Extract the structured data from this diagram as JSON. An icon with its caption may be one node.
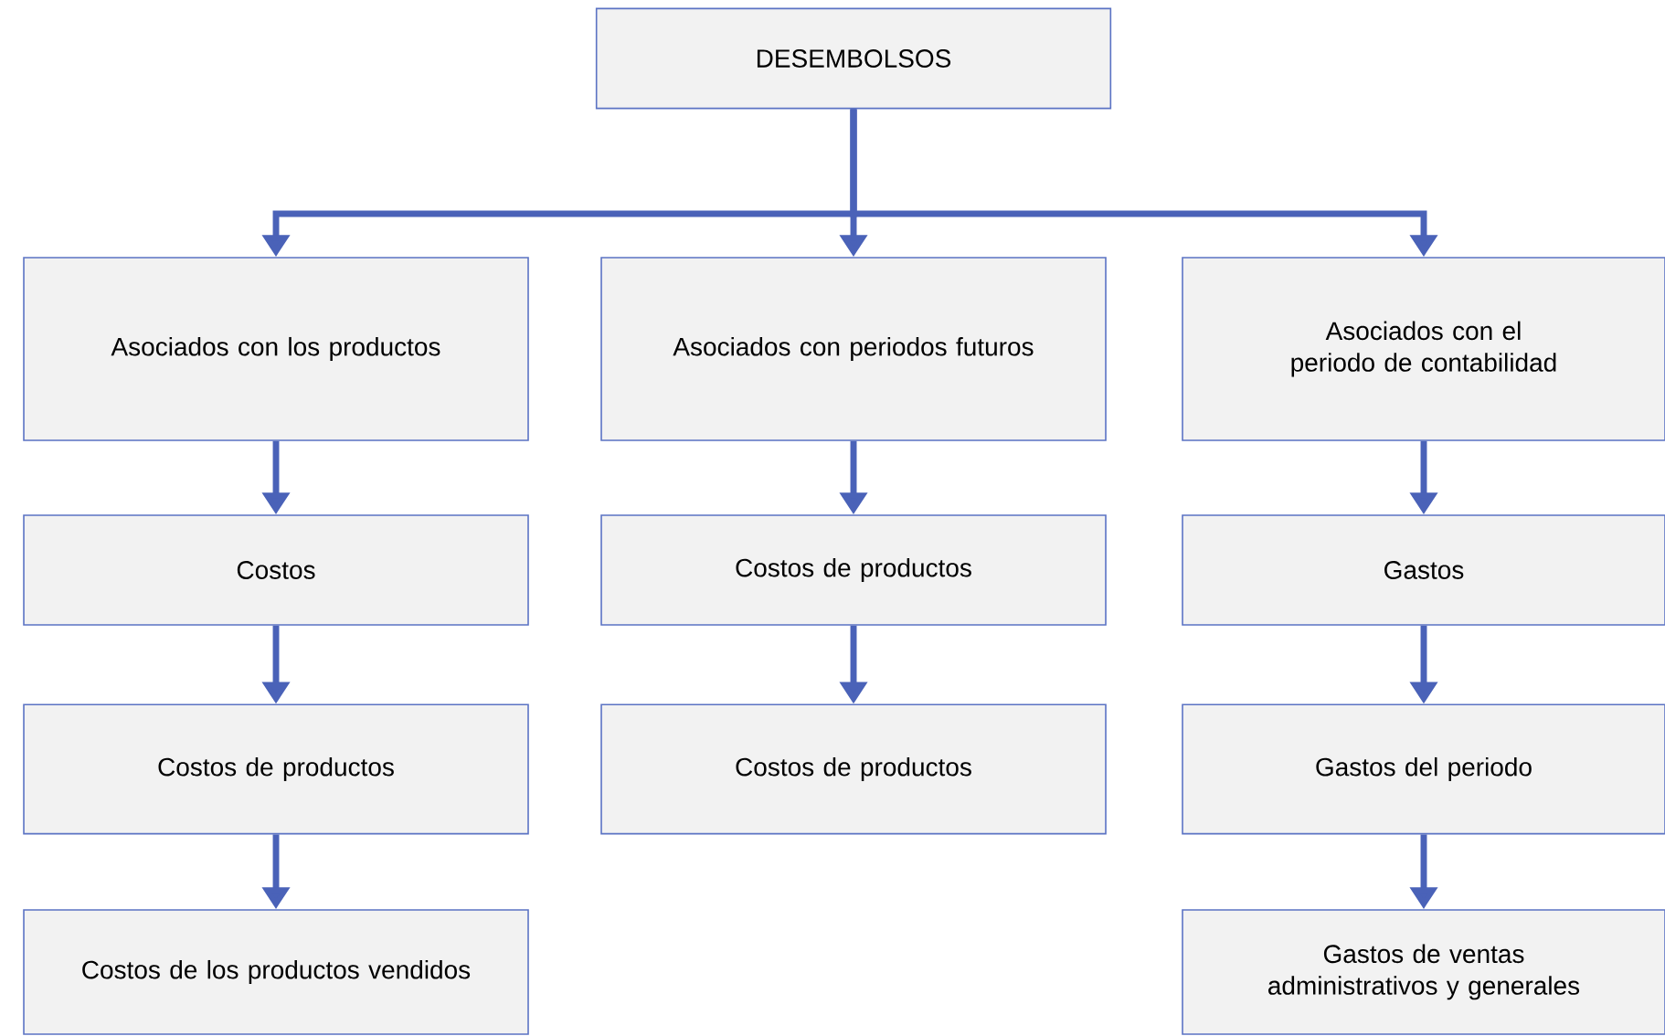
{
  "diagram": {
    "nodes": [
      {
        "text": [
          "DESEMBOLSOS"
        ]
      },
      {
        "text": [
          "Asociados con los productos"
        ]
      },
      {
        "text": [
          "Asociados con periodos futuros"
        ]
      },
      {
        "text": [
          "Asociados con el periodo de contabilidad"
        ]
      },
      {
        "text": [
          "Costos"
        ]
      },
      {
        "text": [
          "Costos de productos"
        ]
      },
      {
        "text": [
          "Gastos"
        ]
      },
      {
        "text": [
          "Costos de productos"
        ]
      },
      {
        "text": [
          "Costos de productos"
        ]
      },
      {
        "text": [
          "Gastos del periodo"
        ]
      },
      {
        "text": [
          "Costos de los productos vendidos"
        ]
      },
      {
        "text": [
          "Gastos de ventas administrativos y generales"
        ]
      }
    ],
    "edges": [
      {
        "from": 0,
        "to": 1,
        "arrow": "to"
      },
      {
        "from": 0,
        "to": 2,
        "arrow": "to"
      },
      {
        "from": 0,
        "to": 3,
        "arrow": "to"
      },
      {
        "from": 1,
        "to": 4,
        "arrow": "to"
      },
      {
        "from": 4,
        "to": 7,
        "arrow": "to"
      },
      {
        "from": 7,
        "to": 10,
        "arrow": "to"
      },
      {
        "from": 2,
        "to": 5,
        "arrow": "to"
      },
      {
        "from": 5,
        "to": 8,
        "arrow": "to"
      },
      {
        "from": 3,
        "to": 6,
        "arrow": "to"
      },
      {
        "from": 6,
        "to": 9,
        "arrow": "to"
      },
      {
        "from": 9,
        "to": 11,
        "arrow": "to"
      }
    ]
  }
}
